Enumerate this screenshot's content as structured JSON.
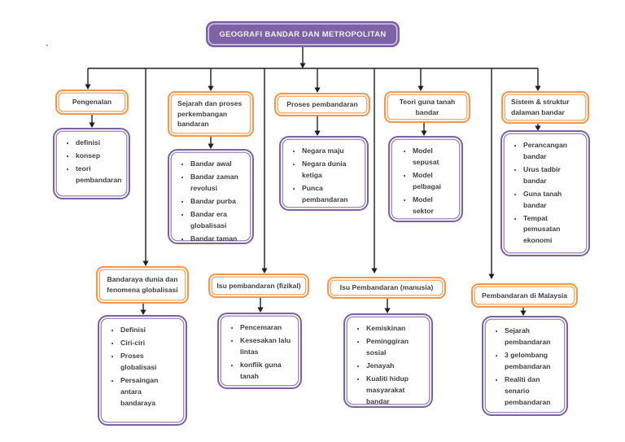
{
  "title": "GEOGRAFI BANDAR DAN METROPOLITAN",
  "stray_mark": "`",
  "colors": {
    "title_fill": "#7d63a6",
    "purple_border": "#7d62a3",
    "orange_border": "#f79646",
    "text": "#3f3f3f",
    "connector": "#1f1f1f"
  },
  "nodes": {
    "pengenalan": {
      "label": "Pengenalan",
      "items": [
        "definisi",
        "konsep",
        "teori pembandaran"
      ]
    },
    "sejarah": {
      "label": "Sejarah dan proses perkembangan bandaran",
      "items": [
        "Bandar awal",
        "Bandar zaman revolusi",
        "Bandar purba",
        "Bandar era globalisasi",
        "Bandar taman"
      ]
    },
    "proses": {
      "label": "Proses pembandaran",
      "items": [
        "Negara maju",
        "Negara dunia ketiga",
        "Punca pembandaran"
      ]
    },
    "teori": {
      "label": "Teori guna tanah bandar",
      "items": [
        "Model sepusat",
        "Model pelbagai",
        "Model sektor"
      ]
    },
    "sistem": {
      "label": "Sistem & struktur dalaman bandar",
      "items": [
        "Perancangan bandar",
        "Urus tadbir bandar",
        "Guna tanah bandar",
        "Tempat pemusatan ekonomi"
      ]
    },
    "bandaraya": {
      "label": "Bandaraya dunia dan fenomena globalisasi",
      "items": [
        "Definisi",
        "Ciri-ciri",
        "Proses globalisasi",
        "Persaingan antara bandaraya"
      ]
    },
    "isu_fizikal": {
      "label": "Isu pembandaran (fizikal)",
      "items": [
        "Pencemaran",
        "Kesesakan lalu lintas",
        "konflik guna tanah"
      ]
    },
    "isu_manusia": {
      "label": "Isu Pembandaran (manusia)",
      "items": [
        "Kemiskinan",
        "Peminggiran sosial",
        "Jenayah",
        "Kualiti hidup masyarakat bandar"
      ]
    },
    "malaysia": {
      "label": "Pembandaran di Malaysia",
      "items": [
        "Sejarah pembandaran",
        "3 gelombang pembandaran",
        "Realiti dan senario pembandaran"
      ]
    }
  }
}
